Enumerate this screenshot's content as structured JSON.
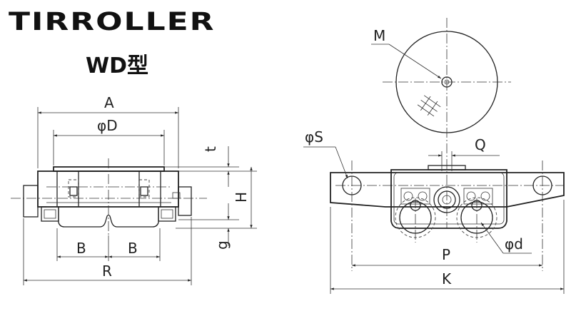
{
  "header": {
    "brand": "TIRROLLER",
    "model": "WD型"
  },
  "front_view": {
    "labels": {
      "A": "A",
      "D": "φD",
      "t": "t",
      "H": "H",
      "g": "g",
      "B_left": "B",
      "B_right": "B",
      "R": "R"
    }
  },
  "side_view": {
    "labels": {
      "M": "M",
      "S": "φS",
      "Q": "Q",
      "d": "φd",
      "P": "P",
      "K": "K"
    }
  }
}
